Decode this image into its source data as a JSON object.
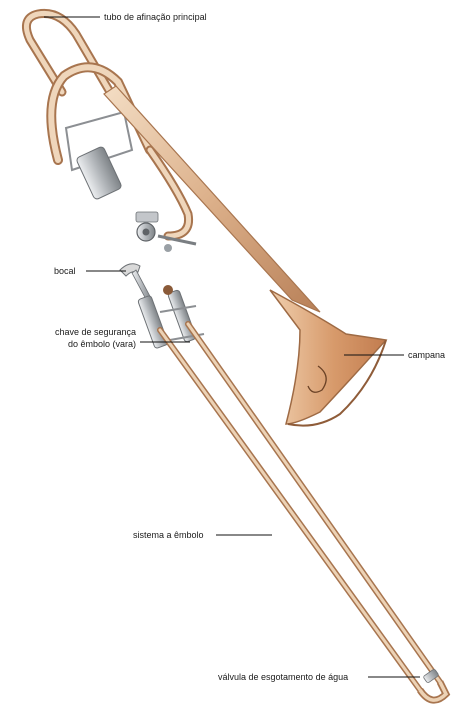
{
  "labels": {
    "main_tuning_slide": "tubo de afinação principal",
    "mouthpiece": "bocal",
    "slide_lock_line1": "chave de segurança",
    "slide_lock_line2": "do êmbolo (vara)",
    "bell": "campana",
    "slide_system": "sistema a êmbolo",
    "water_key": "válvula de esgotamento de água"
  },
  "colors": {
    "brass_light": "#e9c9a6",
    "brass_mid": "#d6a982",
    "brass_dark": "#a8754f",
    "bell_inner": "#c98a5d",
    "silver": "#b9bcc0",
    "leader_line": "#111111"
  }
}
